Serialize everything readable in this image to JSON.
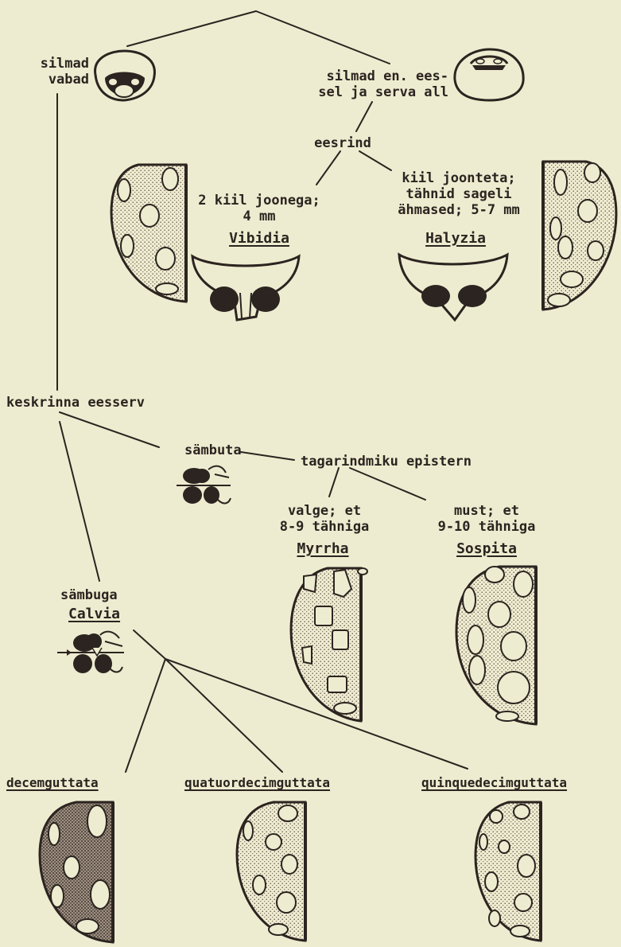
{
  "key": {
    "eyes_free": [
      "silmad",
      "vabad"
    ],
    "eyes_under": [
      "silmad en. ees-",
      "sel ja serva all"
    ],
    "pronotum": "eesrind",
    "two_lines": [
      "2 kiil joonega;",
      "4 mm"
    ],
    "vibidia": "Vibidia",
    "no_lines": [
      "kiil joonteta;",
      "tähnid sageli",
      "ähmased; 5-7 mm"
    ],
    "halyzia": "Halyzia",
    "mesosternum": "keskrinna eesserv",
    "notchless": "sämbuta",
    "epistern": "tagarindmiku epistern",
    "white": [
      "valge; et",
      "8-9 tähniga"
    ],
    "myrrha": "Myrrha",
    "black": [
      "must; et",
      "9-10 tähniga"
    ],
    "sospita": "Sospita",
    "notched": "sämbuga",
    "calvia": "Calvia",
    "sp1": "decemguttata",
    "sp2": "quatuordecimguttata",
    "sp3": "quinquedecimguttata"
  },
  "colors": {
    "paper": "#eeecd0",
    "ink": "#2b2420",
    "accent_line": "#7a4a3a"
  }
}
